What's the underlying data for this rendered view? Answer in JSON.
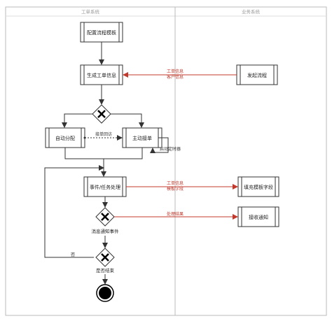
{
  "lanes": {
    "left_title": "工单系统",
    "right_title": "业务系统"
  },
  "nodes": {
    "config_template": "配置流程模板",
    "generate_ticket": "生成工单信息",
    "launch_process": "发起流程",
    "auto_assign": "自动分配",
    "active_accept": "主动接单",
    "event_handle": "事件/任务处理",
    "fill_template_fields": "填充模板字段",
    "receive_notice": "接收通知"
  },
  "labels": {
    "ticket_info": "工单信息",
    "customer_info": "客户信息",
    "accept_rollback": "接单回访",
    "start_timer": "启动定时器",
    "ticket_info_2": "工单信息",
    "template_fields": "模板字段",
    "process_result": "处理结果",
    "notify_event": "消息通知事件",
    "is_end": "是否结束",
    "no": "否"
  },
  "colors": {
    "red_arrow": "#c0392b",
    "line": "#333333",
    "lane_border": "#bbbbbb",
    "lane_title": "#999999"
  }
}
